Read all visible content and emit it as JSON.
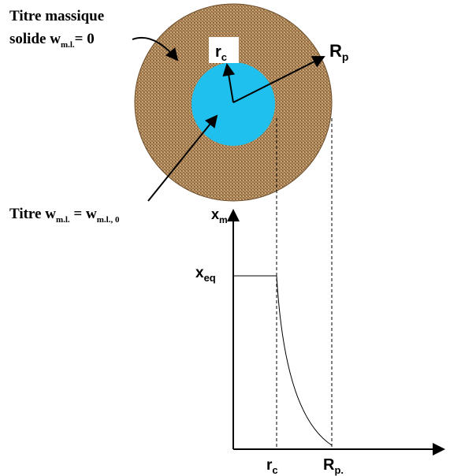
{
  "labels": {
    "outer_label_line1": "Titre massique",
    "outer_label_line2_main": "solide w",
    "outer_label_line2_sub": "m.l.",
    "outer_label_line2_tail": "= 0",
    "inner_label_main": "Titre w",
    "inner_label_sub1": "m.l.",
    "inner_label_eq": " = w",
    "inner_label_sub2": "m.l., 0",
    "rc_main": "r",
    "rc_sub": "c",
    "Rp_main": "R",
    "Rp_sub": "p",
    "y_axis_main": "x",
    "y_axis_sub": "m",
    "xeq_main": "x",
    "xeq_sub": "eq",
    "x_tick_rc_main": "r",
    "x_tick_rc_sub": "c",
    "x_tick_Rp_main": "R",
    "x_tick_Rp_sub": "p."
  },
  "colors": {
    "particle_shell": "#9b7549",
    "particle_weave": "#c7a575",
    "core": "#1fc0ee",
    "axis": "#000000"
  }
}
